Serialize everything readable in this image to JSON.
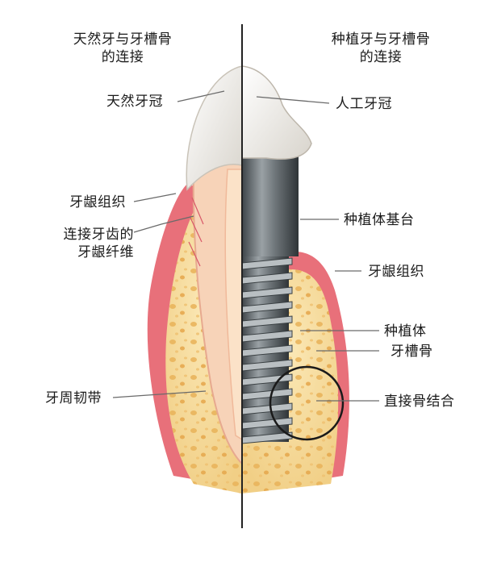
{
  "headings": {
    "left_line1": "天然牙与牙槽骨",
    "left_line2": "的连接",
    "right_line1": "种植牙与牙槽骨",
    "right_line2": "的连接"
  },
  "labels": {
    "natural_crown": "天然牙冠",
    "gingiva_left": "牙龈组织",
    "gingival_fibers_line1": "连接牙齿的",
    "gingival_fibers_line2": "牙龈纤维",
    "periodontal_ligament": "牙周韧带",
    "artificial_crown": "人工牙冠",
    "abutment": "种植体基台",
    "gingiva_right": "牙龈组织",
    "implant": "种植体",
    "alveolar_bone": "牙槽骨",
    "osseointegration": "直接骨结合"
  },
  "colors": {
    "gum": "#e8707a",
    "bone": "#f6dc9a",
    "bone_spots": "#e9b45c",
    "tooth_root": "#f7d3b8",
    "enamel": "#efece6",
    "implant_metal": "#5d6468",
    "divider": "#222222"
  }
}
